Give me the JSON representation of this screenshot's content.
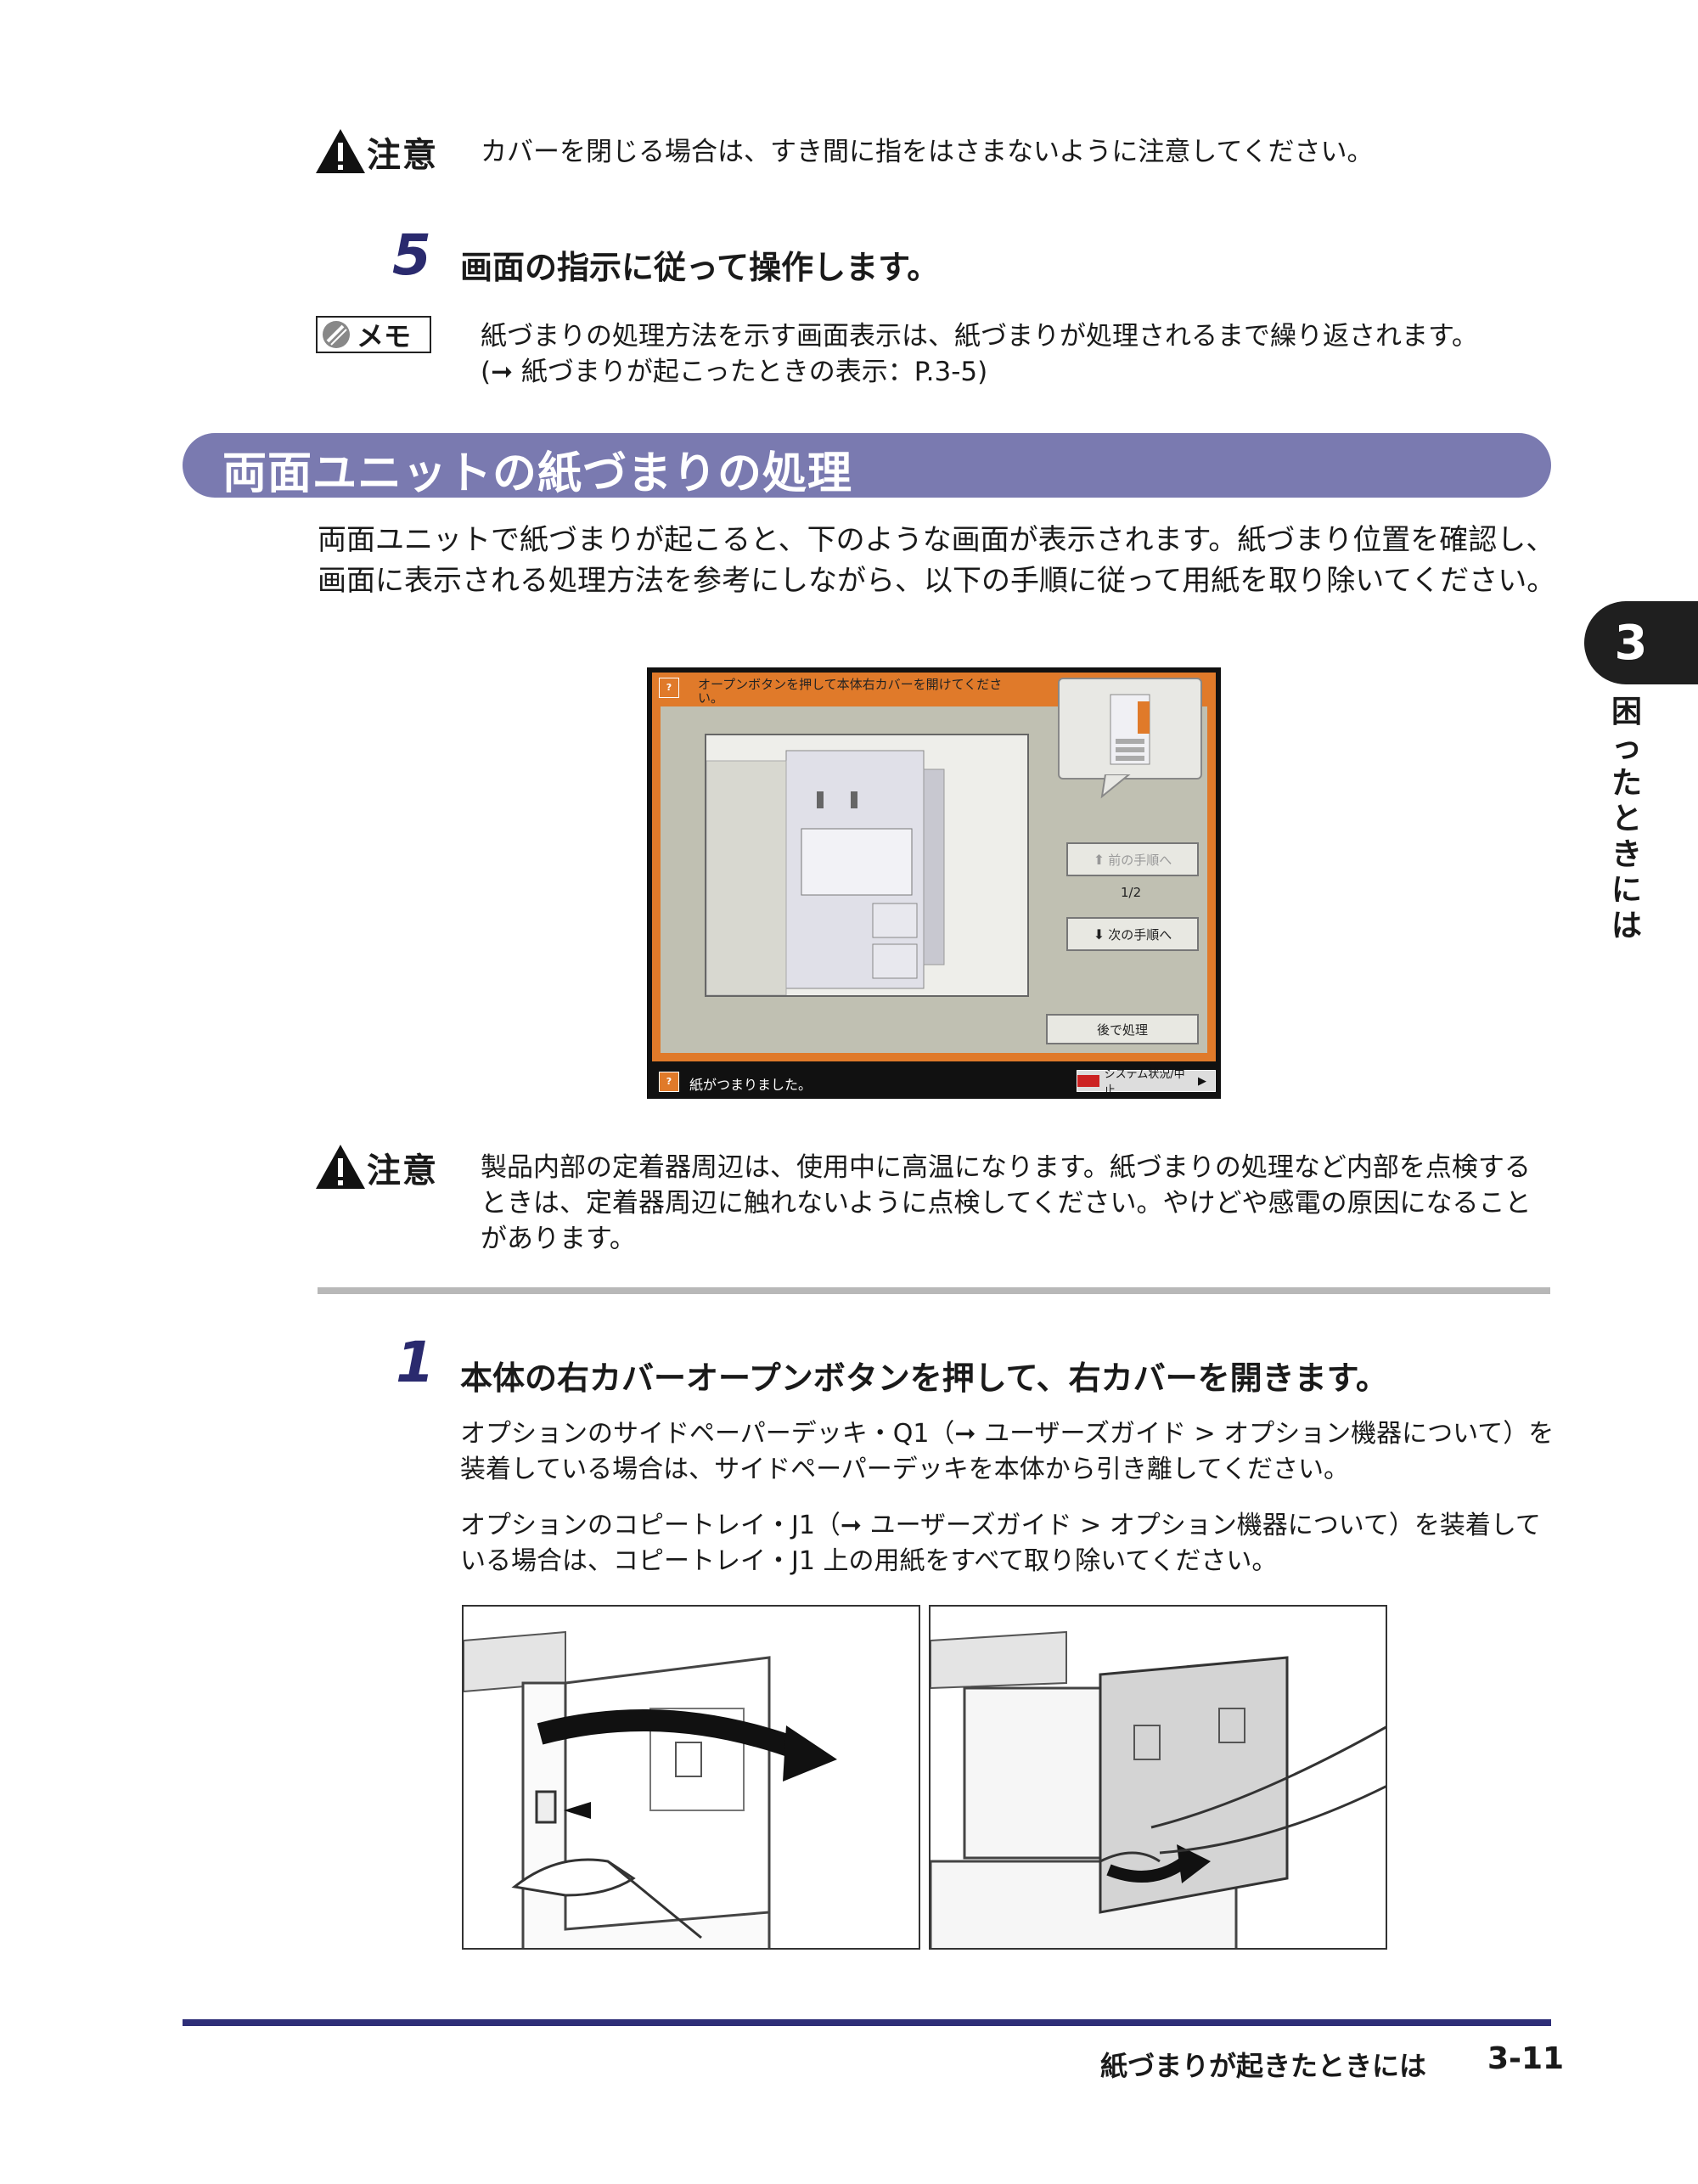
{
  "caution_top": {
    "label": "注意",
    "text": "カバーを閉じる場合は、すき間に指をはさまないように注意してください。"
  },
  "step5": {
    "number": "5",
    "title": "画面の指示に従って操作します。"
  },
  "memo": {
    "label": "メモ",
    "line1": "紙づまりの処理方法を示す画面表示は、紙づまりが処理されるまで繰り返されます。",
    "line2": "(➞ 紙づまりが起こったときの表示：P.3-5)"
  },
  "section": {
    "title": "両面ユニットの紙づまりの処理",
    "intro": "両面ユニットで紙づまりが起こると、下のような画面が表示されます。紙づまり位置を確認し、画面に表示される処理方法を参考にしながら、以下の手順に従って用紙を取り除いてください。"
  },
  "chapter": {
    "number": "3",
    "side_label": "困ったときには"
  },
  "screen": {
    "message": "オープンボタンを押して本体右カバーを開けてください。",
    "prev_button": "前の手順へ",
    "page_indicator": "1/2",
    "next_button": "次の手順へ",
    "later_button": "後で処理",
    "status_text": "紙がつまりました。",
    "system_button": "システム状況/中止"
  },
  "caution_mid": {
    "label": "注意",
    "text": "製品内部の定着器周辺は、使用中に高温になります。紙づまりの処理など内部を点検するときは、定着器周辺に触れないように点検してください。やけどや感電の原因になることがあります。"
  },
  "step1": {
    "number": "1",
    "title": "本体の右カバーオープンボタンを押して、右カバーを開きます。",
    "para1": "オプションのサイドペーパーデッキ・Q1（➞ ユーザーズガイド > オプション機器について）を装着している場合は、サイドペーパーデッキを本体から引き離してください。",
    "para2": "オプションのコピートレイ・J1（➞ ユーザーズガイド > オプション機器について）を装着している場合は、コピートレイ・J1 上の用紙をすべて取り除いてください。"
  },
  "footer": {
    "title": "紙づまりが起きたときには",
    "page": "3-11"
  },
  "colors": {
    "section_bar": "#7a7ab0",
    "footer_rule": "#2e2e78",
    "screen_frame": "#e07a2a"
  }
}
